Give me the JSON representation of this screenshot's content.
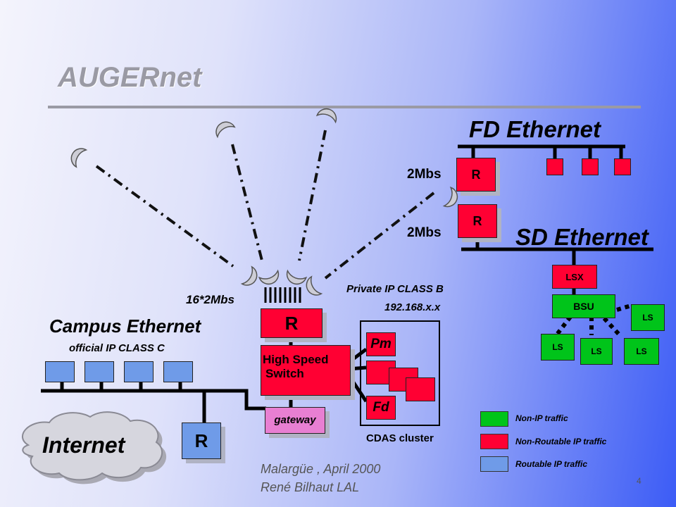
{
  "title": "AUGERnet",
  "fd_ethernet": {
    "title": "FD Ethernet",
    "router_label": "R",
    "link_speed": "2Mbs"
  },
  "sd_ethernet": {
    "title": "SD Ethernet",
    "router_label": "R",
    "link_speed": "2Mbs",
    "lsx_label": "LSX",
    "bsu_label": "BSU",
    "ls_label": "LS"
  },
  "campus": {
    "title": "Campus Ethernet",
    "subtitle": "official IP CLASS C"
  },
  "central": {
    "link_speed": "16*2Mbs",
    "router_label": "R",
    "switch_line1": "High Speed",
    "switch_line2": "Switch",
    "gateway_label": "gateway"
  },
  "private_ip": {
    "line1": "Private IP CLASS B",
    "line2": "192.168.x.x"
  },
  "cdas": {
    "caption": "CDAS cluster",
    "pm_label": "Pm",
    "fd_label": "Fd"
  },
  "internet": {
    "label": "Internet",
    "router_label": "R"
  },
  "legend": [
    {
      "label": "Non-IP traffic",
      "color": "#00c41a"
    },
    {
      "label": "Non-Routable IP traffic",
      "color": "#ff0033"
    },
    {
      "label": "Routable IP traffic",
      "color": "#6f9be8"
    }
  ],
  "footer": {
    "line1": "Malargüe , April 2000",
    "line2": "René Bilhaut  LAL",
    "page": "4"
  }
}
